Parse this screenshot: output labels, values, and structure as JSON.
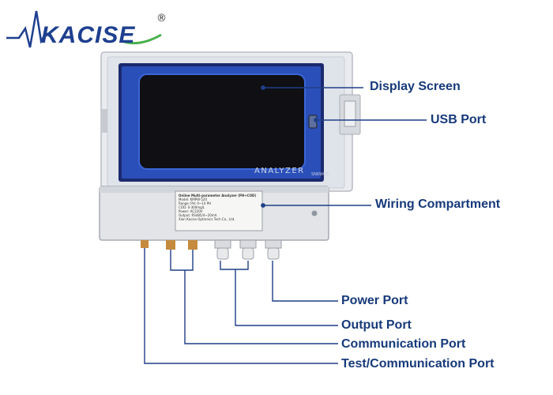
{
  "brand": {
    "name": "KACISE",
    "registered": "®"
  },
  "device": {
    "screen_text": "ANALYZER",
    "screen_code": "SNKWQ3",
    "nameplate": {
      "title": "Online Multi-parameter Analyzer (PH+COD)",
      "model": "Model: KMPW-520",
      "range": "Range: PH: 0~14 PH",
      "cod": "COD: 0-300mg/L",
      "power": "Power: AC220V",
      "output": "Output: RS485/4~20mA",
      "maker": "Xian Kacise Optronics Tech Co., Ltd."
    }
  },
  "callouts": [
    {
      "id": "display",
      "label": "Display Screen"
    },
    {
      "id": "usb",
      "label": "USB Port"
    },
    {
      "id": "wiring",
      "label": "Wiring Compartment"
    },
    {
      "id": "power",
      "label": "Power Port"
    },
    {
      "id": "output",
      "label": "Output Port"
    },
    {
      "id": "comm",
      "label": "Communication Port"
    },
    {
      "id": "test",
      "label": "Test/Communication Port"
    }
  ],
  "colors": {
    "label": "#173a7a",
    "leader": "#1f3f87",
    "screen": "#0f0f14",
    "screen_glow": "#2b56c8"
  }
}
